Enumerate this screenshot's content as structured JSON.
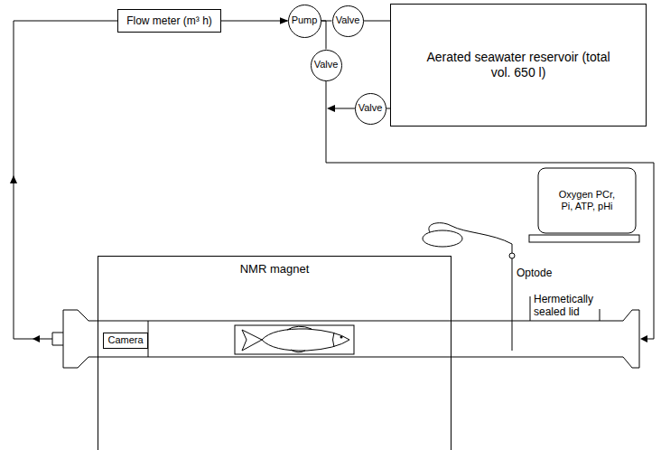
{
  "diagram": {
    "nodes": [
      {
        "text": [
          "Flow meter (m³ h)"
        ]
      },
      {
        "text": [
          "Pump"
        ]
      },
      {
        "text": [
          "Valve"
        ]
      },
      {
        "text": [
          "Aerated seawater reservoir (total vol. 650 l)"
        ]
      },
      {
        "text": [
          "Valve"
        ]
      },
      {
        "text": [
          "Valve"
        ]
      },
      {
        "text": [
          "Oxygen PCr, Pi, ATP, pHi"
        ]
      },
      {
        "text": [
          "NMR magnet"
        ]
      },
      {
        "text": [
          "Camera"
        ],
        "in": 7
      }
    ],
    "edges": [
      {
        "from": 0,
        "to": 1,
        "arrow": "to"
      },
      {
        "from": 1,
        "to": 2,
        "arrow": "none"
      },
      {
        "from": 2,
        "to": 3,
        "arrow": "none"
      },
      {
        "from": 1,
        "to": 4,
        "arrow": "none"
      },
      {
        "from": 3,
        "to": 5,
        "arrow": "none"
      }
    ],
    "labels": [
      "Optode",
      "Hermetically sealed lid"
    ]
  }
}
